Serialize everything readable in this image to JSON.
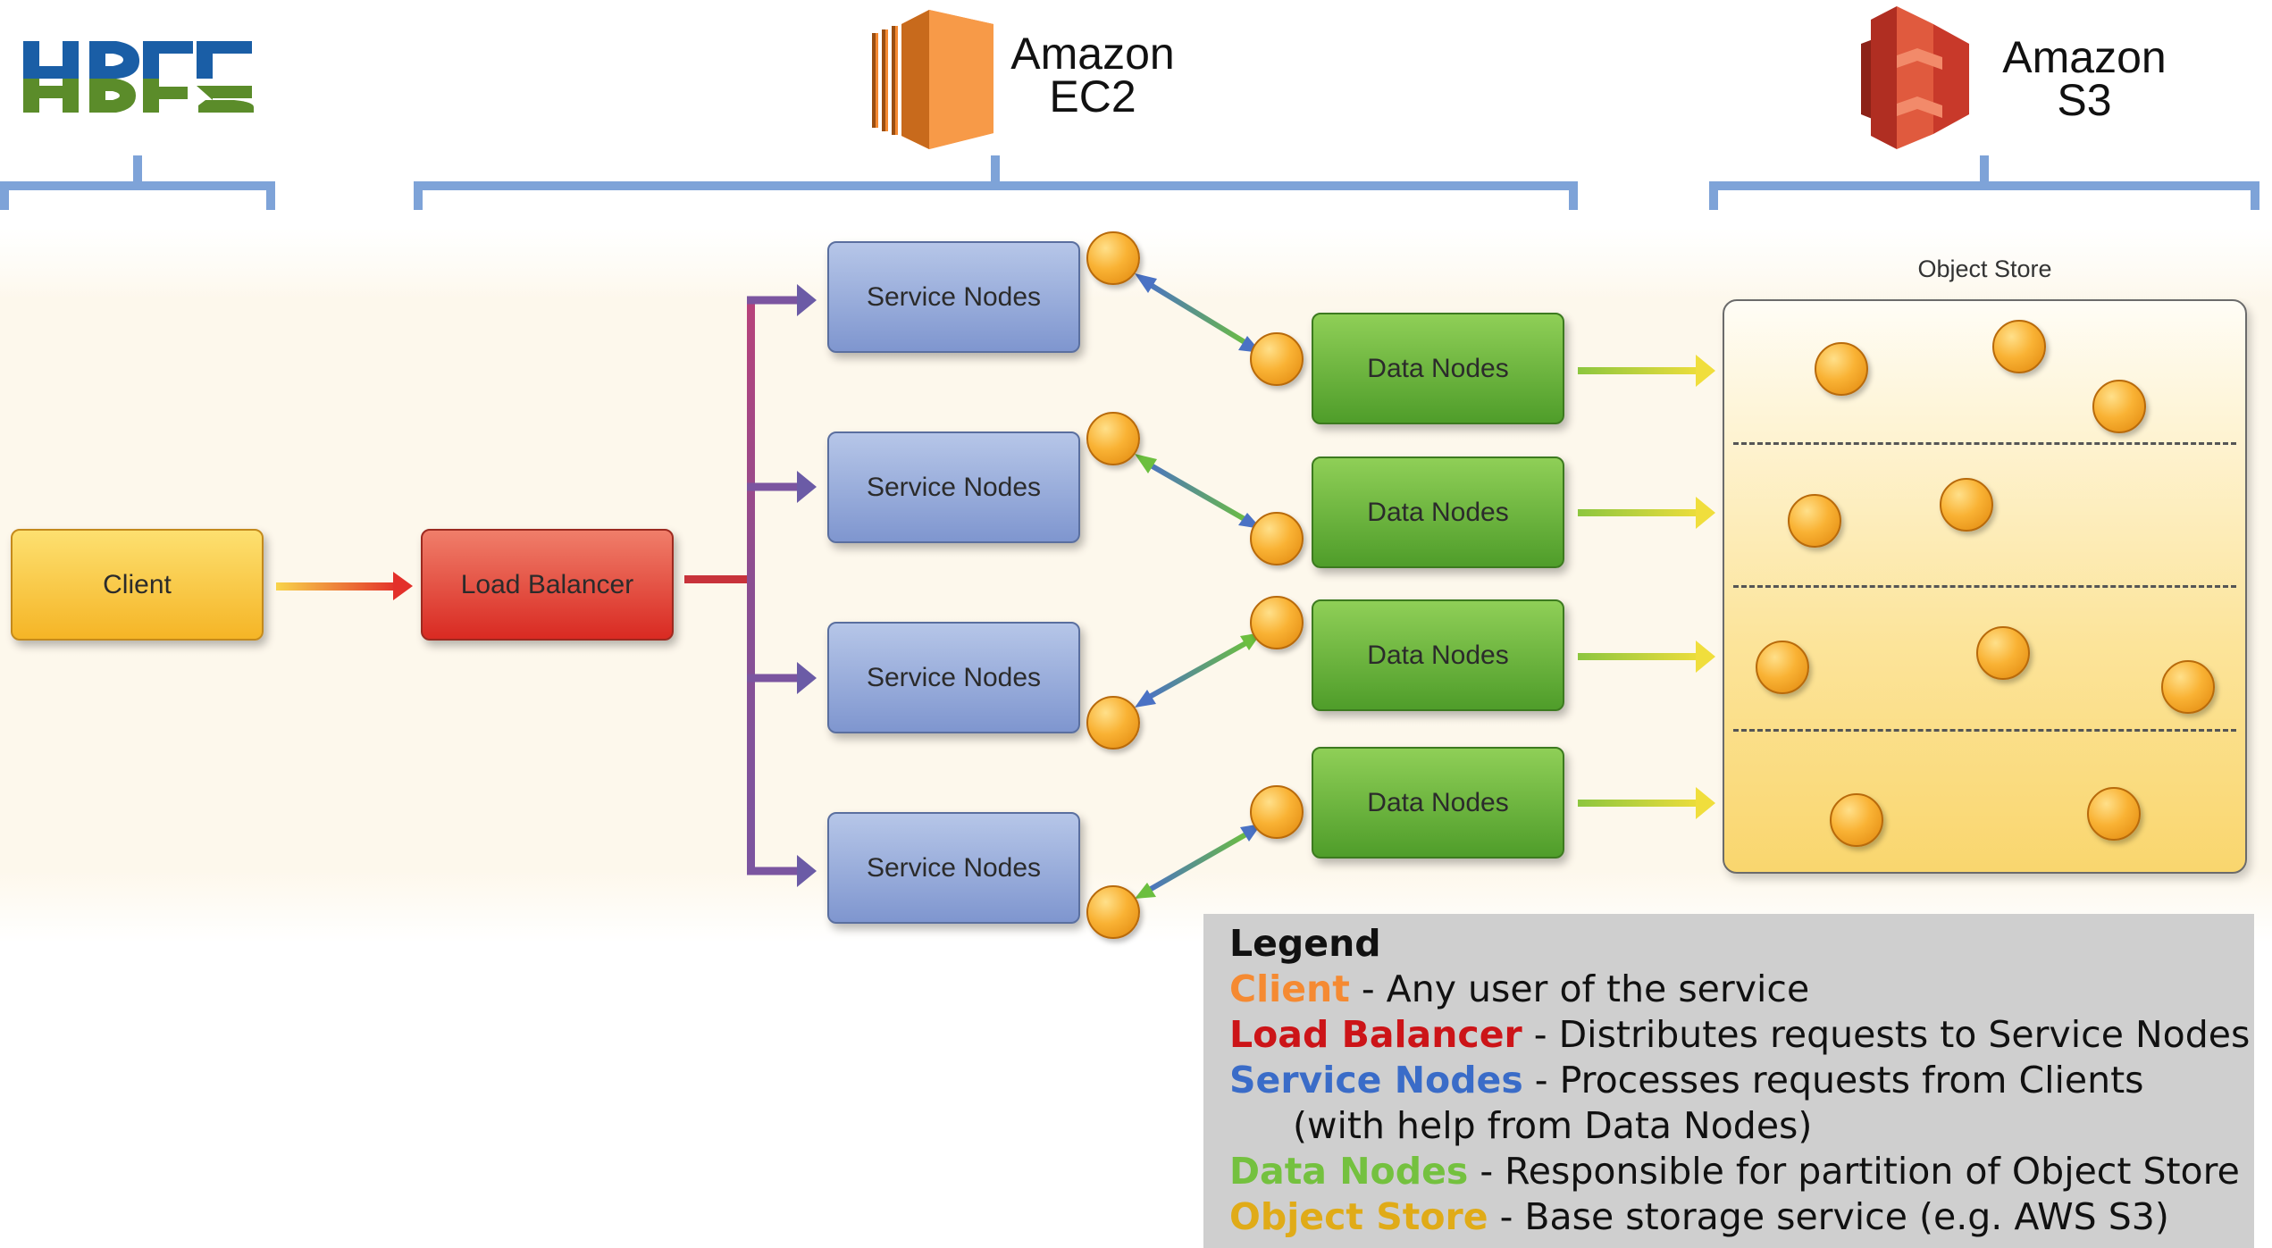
{
  "header": {
    "ec2_line1": "Amazon",
    "ec2_line2": "EC2",
    "s3_line1": "Amazon",
    "s3_line2": "S3",
    "hdf5_logo_text": "HDF5"
  },
  "nodes": {
    "client": "Client",
    "load_balancer": "Load Balancer",
    "service_nodes": [
      "Service Nodes",
      "Service Nodes",
      "Service Nodes",
      "Service Nodes"
    ],
    "data_nodes": [
      "Data Nodes",
      "Data Nodes",
      "Data Nodes",
      "Data Nodes"
    ],
    "object_store_title": "Object Store"
  },
  "legend": {
    "title": "Legend",
    "items": [
      {
        "key": "Client",
        "desc": " - Any user of the service",
        "color": "#f58a32"
      },
      {
        "key": "Load Balancer",
        "desc": " - Distributes requests to Service Nodes",
        "color": "#cc1418"
      },
      {
        "key": "Service Nodes",
        "desc": " - Processes requests from Clients",
        "color": "#3a6cc8"
      },
      {
        "key": "Data Nodes",
        "desc": " - Responsible for partition of Object Store",
        "color": "#74c13f"
      },
      {
        "key": "Object Store",
        "desc": " - Base storage service (e.g. AWS S3)",
        "color": "#e0ab18"
      }
    ],
    "continuation": "(with help from Data Nodes)"
  },
  "colors": {
    "bracket": "#7ea3d8",
    "client": "#f7c233",
    "load_balancer": "#e0352a",
    "service_nodes": "#8fa3d6",
    "data_nodes": "#5ca733",
    "object_store": "#fbe08a",
    "hdf5_blue": "#1a5ea6",
    "hdf5_green": "#5b8c2a",
    "ec2_orange": "#f58a32",
    "s3_red": "#d9432f"
  },
  "icons": [
    "hdf5-logo-icon",
    "amazon-ec2-icon",
    "amazon-s3-icon"
  ]
}
